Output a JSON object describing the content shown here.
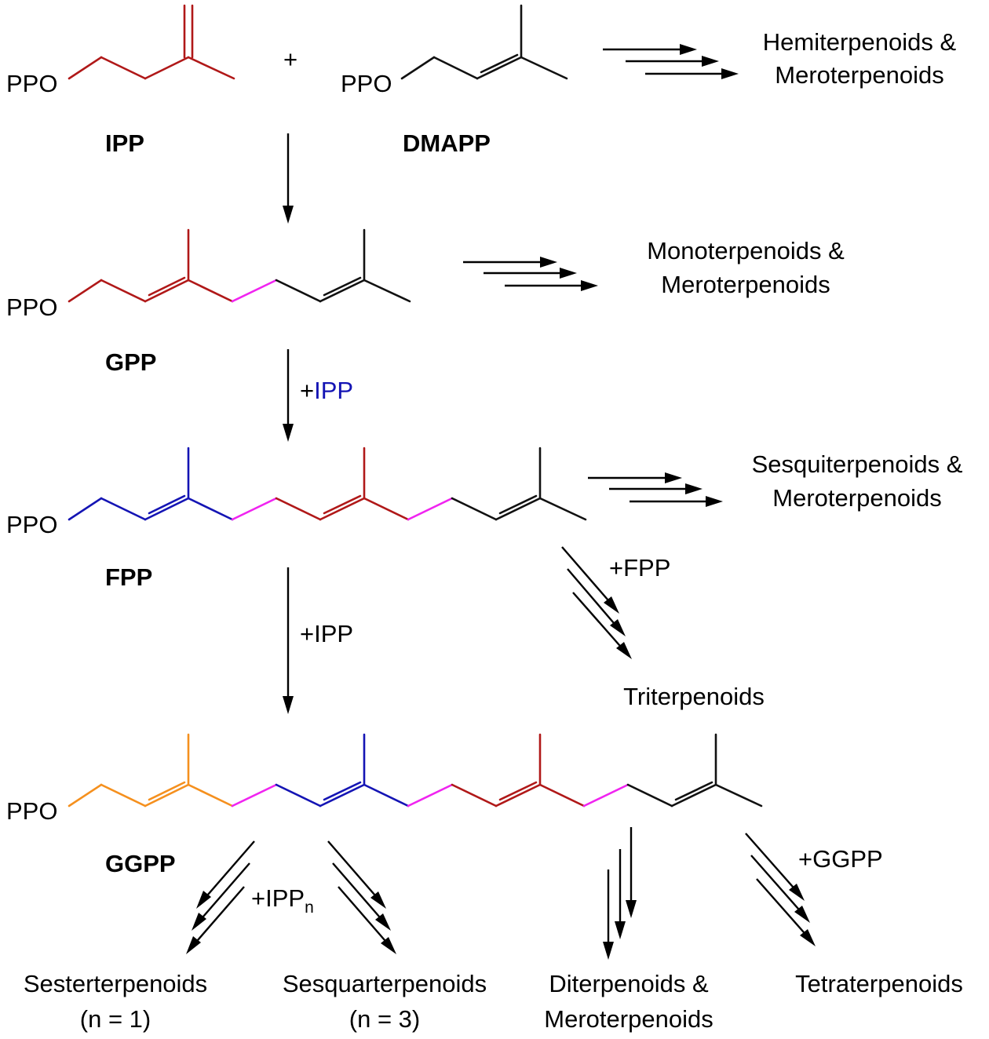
{
  "colors": {
    "black": "#111111",
    "red": "#b01818",
    "magenta": "#f024f0",
    "blue": "#1414b4",
    "orange": "#f5901e"
  },
  "scheme": {
    "group_label": "PPO",
    "plus_sign": "+",
    "compounds": {
      "ipp": "IPP",
      "dmapp": "DMAPP",
      "gpp": "GPP",
      "fpp": "FPP",
      "ggpp": "GGPP"
    },
    "reagents": {
      "gpp_to_fpp": {
        "prefix": "+",
        "text": "IPP"
      },
      "fpp_to_ggpp": "+IPP",
      "fpp_dimer": "+FPP",
      "ggpp_dimer": "+GGPP",
      "ipp_n": {
        "text": "+IPP",
        "subscript": "n"
      }
    },
    "products": {
      "hemi": [
        "Hemiterpenoids &",
        "Meroterpenoids"
      ],
      "mono": [
        "Monoterpenoids &",
        "Meroterpenoids"
      ],
      "sesqui": [
        "Sesquiterpenoids &",
        "Meroterpenoids"
      ],
      "tri": "Triterpenoids",
      "sester": [
        "Sesterterpenoids",
        "(n = 1)"
      ],
      "sesquar": [
        "Sesquarterpenoids",
        "(n = 3)"
      ],
      "di": [
        "Diterpenoids &",
        "Meroterpenoids"
      ],
      "tetra": "Tetraterpenoids"
    }
  }
}
